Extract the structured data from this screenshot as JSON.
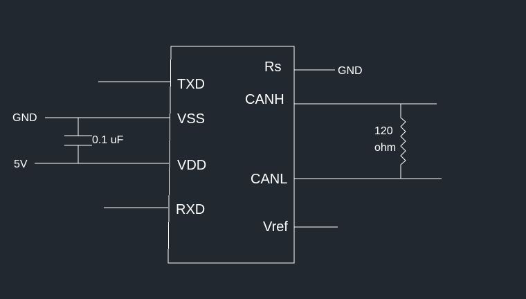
{
  "chip": {
    "left_pins": [
      "TXD",
      "VSS",
      "VDD",
      "RXD"
    ],
    "right_pins": [
      "Rs",
      "CANH",
      "CANL",
      "Vref"
    ]
  },
  "nets": {
    "gnd_left": "GND",
    "supply": "5V",
    "gnd_right": "GND"
  },
  "capacitor": {
    "value": "0.1 uF"
  },
  "resistor": {
    "value_line1": "120",
    "value_line2": "ohm"
  },
  "colors": {
    "background": "#212830",
    "lines": "#ffffff",
    "text": "#ffffff"
  }
}
